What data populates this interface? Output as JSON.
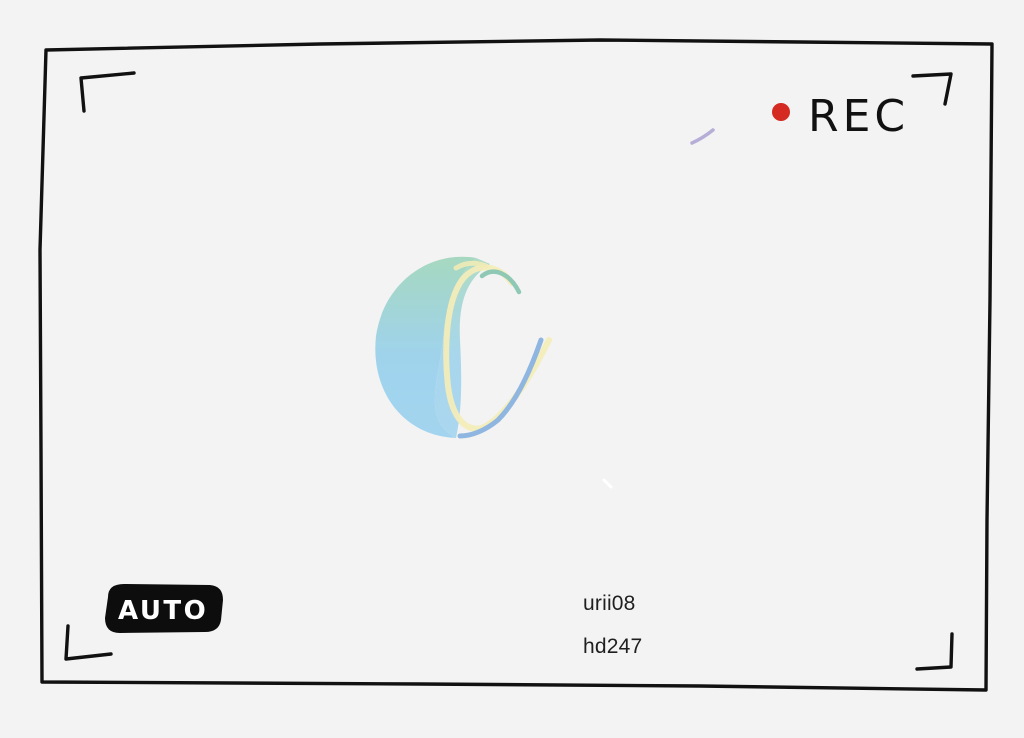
{
  "viewfinder": {
    "rec_label": "REC",
    "mode_badge": "AUTO",
    "colors": {
      "frame": "#111111",
      "rec_dot": "#d42a22",
      "badge_bg": "#0d0d0d",
      "badge_text": "#ffffff",
      "background": "#f3f3f3"
    }
  },
  "credits": {
    "line1": "urii08",
    "line2": "hd247"
  },
  "icons": {
    "loader": "watercolor-c-spinner-icon",
    "record": "record-dot-icon"
  }
}
